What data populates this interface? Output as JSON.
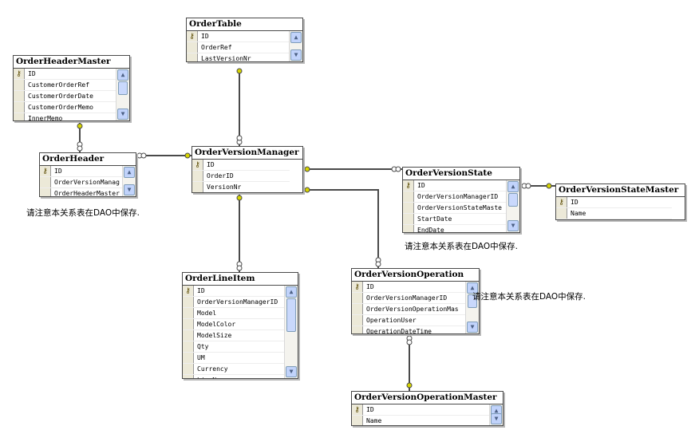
{
  "tables": {
    "order_table": {
      "title": "OrderTable",
      "columns": [
        "ID",
        "OrderRef",
        "LastVersionNr"
      ]
    },
    "order_header_master": {
      "title": "OrderHeaderMaster",
      "columns": [
        "ID",
        "CustomerOrderRef",
        "CustomerOrderDate",
        "CustomerOrderMemo",
        "InnerMemo"
      ]
    },
    "order_header": {
      "title": "OrderHeader",
      "columns": [
        "ID",
        "OrderVersionManag",
        "OrderHeaderMaster"
      ]
    },
    "order_version_manager": {
      "title": "OrderVersionManager",
      "columns": [
        "ID",
        "OrderID",
        "VersionNr"
      ]
    },
    "order_version_state": {
      "title": "OrderVersionState",
      "columns": [
        "ID",
        "OrderVersionManagerID",
        "OrderVersionStateMaste",
        "StartDate",
        "EndDate"
      ]
    },
    "order_version_state_master": {
      "title": "OrderVersionStateMaster",
      "columns": [
        "ID",
        "Name"
      ]
    },
    "order_line_item": {
      "title": "OrderLineItem",
      "columns": [
        "ID",
        "OrderVersionManagerID",
        "Model",
        "ModelColor",
        "ModelSize",
        "Qty",
        "UM",
        "Currency",
        "LineNr"
      ]
    },
    "order_version_operation": {
      "title": "OrderVersionOperation",
      "columns": [
        "ID",
        "OrderVersionManagerID",
        "OrderVersionOperationMas",
        "OperationUser",
        "OperationDateTime"
      ]
    },
    "order_version_operation_master": {
      "title": "OrderVersionOperationMaster",
      "columns": [
        "ID",
        "Name"
      ]
    }
  },
  "notes": {
    "note1": "请注意本关系表在DAO中保存.",
    "note2": "请注意本关系表在DAO中保存.",
    "note3": "请注意本关系表在DAO中保存."
  },
  "icons": {
    "primary_key": "key-icon",
    "scroll_up": "scroll-up-icon",
    "scroll_down": "scroll-down-icon"
  },
  "colors": {
    "line": "#4a4a4a",
    "key_end": "#d6d400",
    "gutter": "#ece9d8",
    "scroll": "#c1d3fb"
  }
}
